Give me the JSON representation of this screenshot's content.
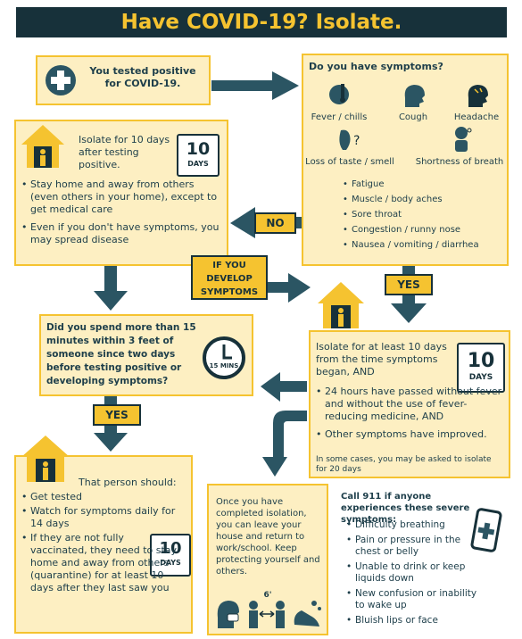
{
  "title": "Have COVID-19? Isolate.",
  "tested": {
    "text": "You tested positive for COVID-19."
  },
  "symptoms": {
    "question": "Do you have symptoms?",
    "icons": [
      {
        "label": "Fever / chills",
        "icon": "thermometer-icon"
      },
      {
        "label": "Cough",
        "icon": "cough-icon"
      },
      {
        "label": "Headache",
        "icon": "headache-icon"
      },
      {
        "label": "Loss of taste / smell",
        "icon": "taste-icon"
      },
      {
        "label": "Shortness of breath",
        "icon": "breath-icon"
      }
    ],
    "list": [
      "Fatigue",
      "Muscle / body aches",
      "Sore throat",
      "Congestion / runny nose",
      "Nausea / vomiting / diarrhea"
    ]
  },
  "no_label": "NO",
  "yes_label": "YES",
  "develop_label_line1": "IF YOU",
  "develop_label_line2": "DEVELOP",
  "develop_label_line3": "SYMPTOMS",
  "isolate10": {
    "heading": "Isolate for 10 days after testing positive.",
    "bullets": [
      "Stay home and away from others (even others in your home), except to get medical care",
      "Even if you don't have symptoms, you may spread disease"
    ],
    "cal_num": "10",
    "cal_days": "DAYS"
  },
  "exposure": {
    "question": "Did you spend more than 15 minutes within 3 feet of someone since two days before testing positive or developing symptoms?",
    "clock_label": "15 MINS"
  },
  "isolate_sym": {
    "heading": "Isolate for at least 10 days from the time symptoms began, AND",
    "bullets": [
      "24 hours have passed without fever and without the use of fever-reducing medicine, AND",
      "Other symptoms have improved."
    ],
    "note": "In some cases, you may be asked to isolate for 20 days",
    "cal_num": "10",
    "cal_days": "DAYS"
  },
  "person": {
    "heading": "That person should:",
    "bullets": [
      "Get tested",
      "Watch for symptoms daily for 14 days",
      "If they are not fully vaccinated, they need to stay home and away from others (quarantine) for at least 10 days after they last saw you"
    ],
    "cal_num": "10",
    "cal_days": "DAYS"
  },
  "completed": {
    "text": "Once you have completed isolation, you can leave your house and return to work/school. Keep protecting yourself and others.",
    "distance_label": "6'"
  },
  "call911": {
    "heading": "Call 911 if anyone experiences these severe symptoms:",
    "bullets": [
      "Difficulty breathing",
      "Pain or pressure in the chest or belly",
      "Unable to drink or keep liquids down",
      "New confusion or inability to wake up",
      "Bluish lips or face"
    ]
  },
  "colors": {
    "navy": "#17313a",
    "teal": "#2b5563",
    "yellow": "#f5c330",
    "cream": "#fdefc2"
  }
}
